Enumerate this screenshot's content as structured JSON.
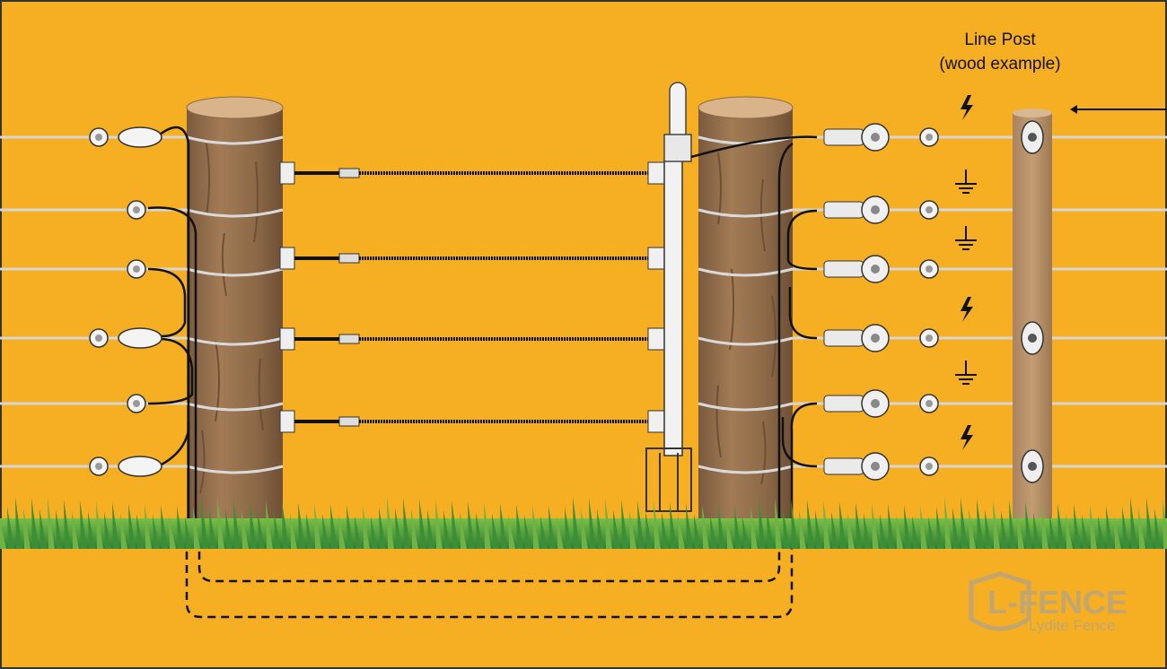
{
  "diagram": {
    "line_post_label": "Line Post",
    "line_post_sublabel": "(wood example)",
    "wire_symbols": [
      "bolt-icon",
      "ground-icon",
      "ground-icon",
      "bolt-icon",
      "ground-icon",
      "bolt-icon"
    ],
    "gate_handles": 4,
    "wires": 6
  },
  "watermark": {
    "brand": "L-FENCE",
    "tagline": "Lydite Fence"
  },
  "colors": {
    "background": "#f6ae22",
    "post_wood": "#9c7450",
    "post_top": "#d9b48a",
    "grass": "#3f8f3a",
    "wire": "#d8d8d8",
    "cable": "#111111"
  }
}
